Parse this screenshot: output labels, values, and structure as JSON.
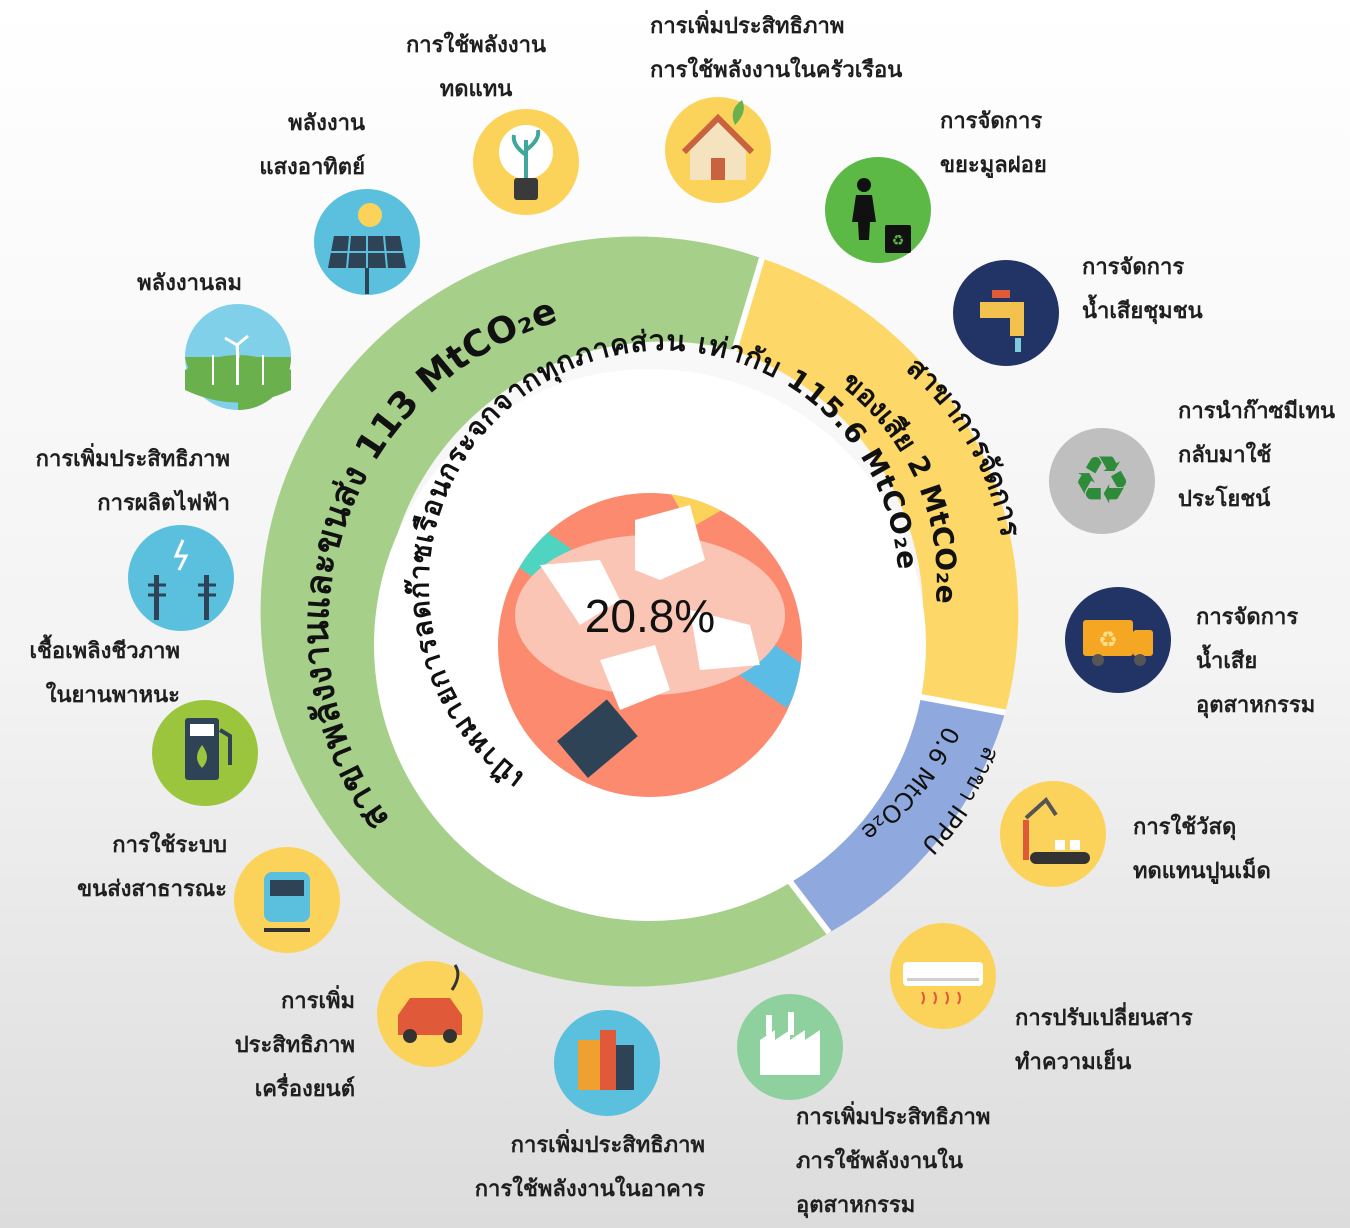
{
  "center_value": "20.8%",
  "ring_inner_text": "เป้าหมายการลดก๊าซเรือนกระจกจากทุกภาคส่วน เท่ากับ 115.6 MtCO₂e",
  "sectors": [
    {
      "id": "energy",
      "label": "สาขาพลังงานและขนส่ง 113 MtCO₂e",
      "color": "#a6d08a"
    },
    {
      "id": "waste",
      "label": "สาขาการจัดการ",
      "sublabel": "ของเสีย 2 MtCO₂e",
      "color": "#fdd767"
    },
    {
      "id": "ippu",
      "label": "สาขา IPPU",
      "sublabel": "0.6 MtCO₂e",
      "color": "#8fa9de"
    }
  ],
  "measures": [
    {
      "id": "renewable",
      "icon": "lightbulb-plant-icon",
      "lines": [
        "การใช้พลังงาน",
        "ทดแทน"
      ]
    },
    {
      "id": "household",
      "icon": "house-leaf-icon",
      "lines": [
        "การเพิ่มประสิทธิภาพ",
        "การใช้พลังงานในครัวเรือน"
      ]
    },
    {
      "id": "solid-waste",
      "icon": "person-recycle-bin-icon",
      "lines": [
        "การจัดการ",
        "ขยะมูลฝอย"
      ]
    },
    {
      "id": "community-wastewater",
      "icon": "water-tap-icon",
      "lines": [
        "การจัดการ",
        "น้ำเสียชุมชน"
      ]
    },
    {
      "id": "methane",
      "icon": "recycle-icon",
      "lines": [
        "การนำก๊าซมีเทน",
        "กลับมาใช้",
        "ประโยชน์"
      ]
    },
    {
      "id": "industrial-wastewater",
      "icon": "recycle-truck-icon",
      "lines": [
        "การจัดการ",
        "น้ำเสีย",
        "อุตสาหกรรม"
      ]
    },
    {
      "id": "cement",
      "icon": "robot-arm-conveyor-icon",
      "lines": [
        "การใช้วัสดุ",
        "ทดแทนปูนเม็ด"
      ]
    },
    {
      "id": "refrigerant",
      "icon": "air-conditioner-icon",
      "lines": [
        "การปรับเปลี่ยนสาร",
        "ทำความเย็น"
      ]
    },
    {
      "id": "industry-efficiency",
      "icon": "factory-icon",
      "lines": [
        "การเพิ่มประสิทธิภาพ",
        "ภารใช้พลังงานใน",
        "อุตสาหกรรม"
      ]
    },
    {
      "id": "building",
      "icon": "buildings-icon",
      "lines": [
        "การเพิ่มประสิทธิภาพ",
        "การใช้พลังงานในอาคาร"
      ]
    },
    {
      "id": "vehicle",
      "icon": "electric-car-icon",
      "lines": [
        "การเพิ่ม",
        "ประสิทธิภาพ",
        "เครื่องยนต์"
      ]
    },
    {
      "id": "public-transport",
      "icon": "train-icon",
      "lines": [
        "การใช้ระบบ",
        "ขนส่งสาธารณะ"
      ]
    },
    {
      "id": "biofuel",
      "icon": "fuel-pump-icon",
      "lines": [
        "เชื้อเพลิงชีวภาพ",
        "ในยานพาหนะ"
      ]
    },
    {
      "id": "power-generation",
      "icon": "power-tower-icon",
      "lines": [
        "การเพิ่มประสิทธิภาพ",
        "การผลิตไฟฟ้า"
      ]
    },
    {
      "id": "wind",
      "icon": "wind-turbine-icon",
      "lines": [
        "พลังงานลม"
      ]
    },
    {
      "id": "solar",
      "icon": "solar-panel-icon",
      "lines": [
        "พลังงาน",
        "แสงอาทิตย์"
      ]
    }
  ]
}
